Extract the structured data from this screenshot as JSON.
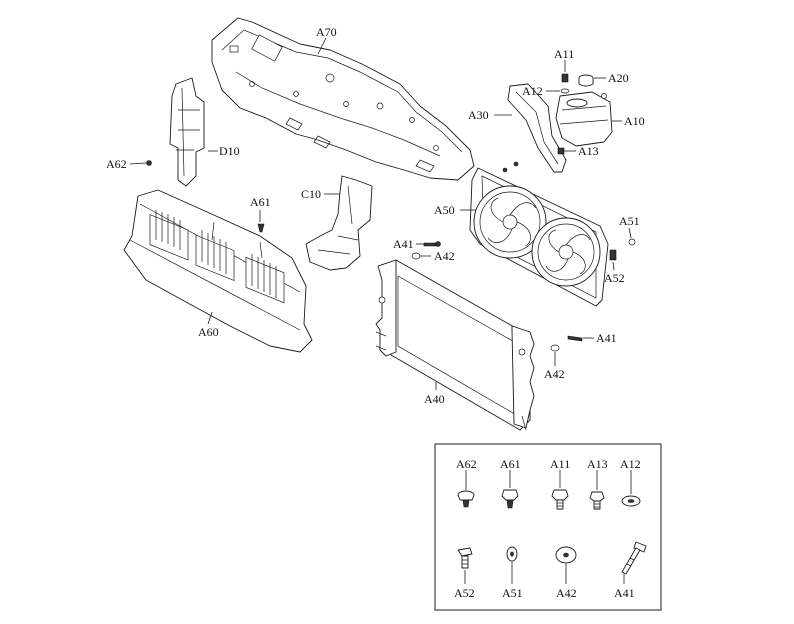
{
  "labels": {
    "a70": "A70",
    "a11": "A11",
    "a20": "A20",
    "a12": "A12",
    "a10": "A10",
    "a30": "A30",
    "a13": "A13",
    "d10": "D10",
    "a62": "A62",
    "c10": "C10",
    "a61": "A61",
    "a50": "A50",
    "a51": "A51",
    "a41_top": "A41",
    "a42_top": "A42",
    "a52": "A52",
    "a41_right": "A41",
    "a42_right": "A42",
    "a60": "A60",
    "a40": "A40"
  },
  "legend": {
    "top_row": [
      "A62",
      "A61",
      "A11",
      "A13",
      "A12"
    ],
    "bottom_row": [
      "A52",
      "A51",
      "A42",
      "A41"
    ]
  }
}
